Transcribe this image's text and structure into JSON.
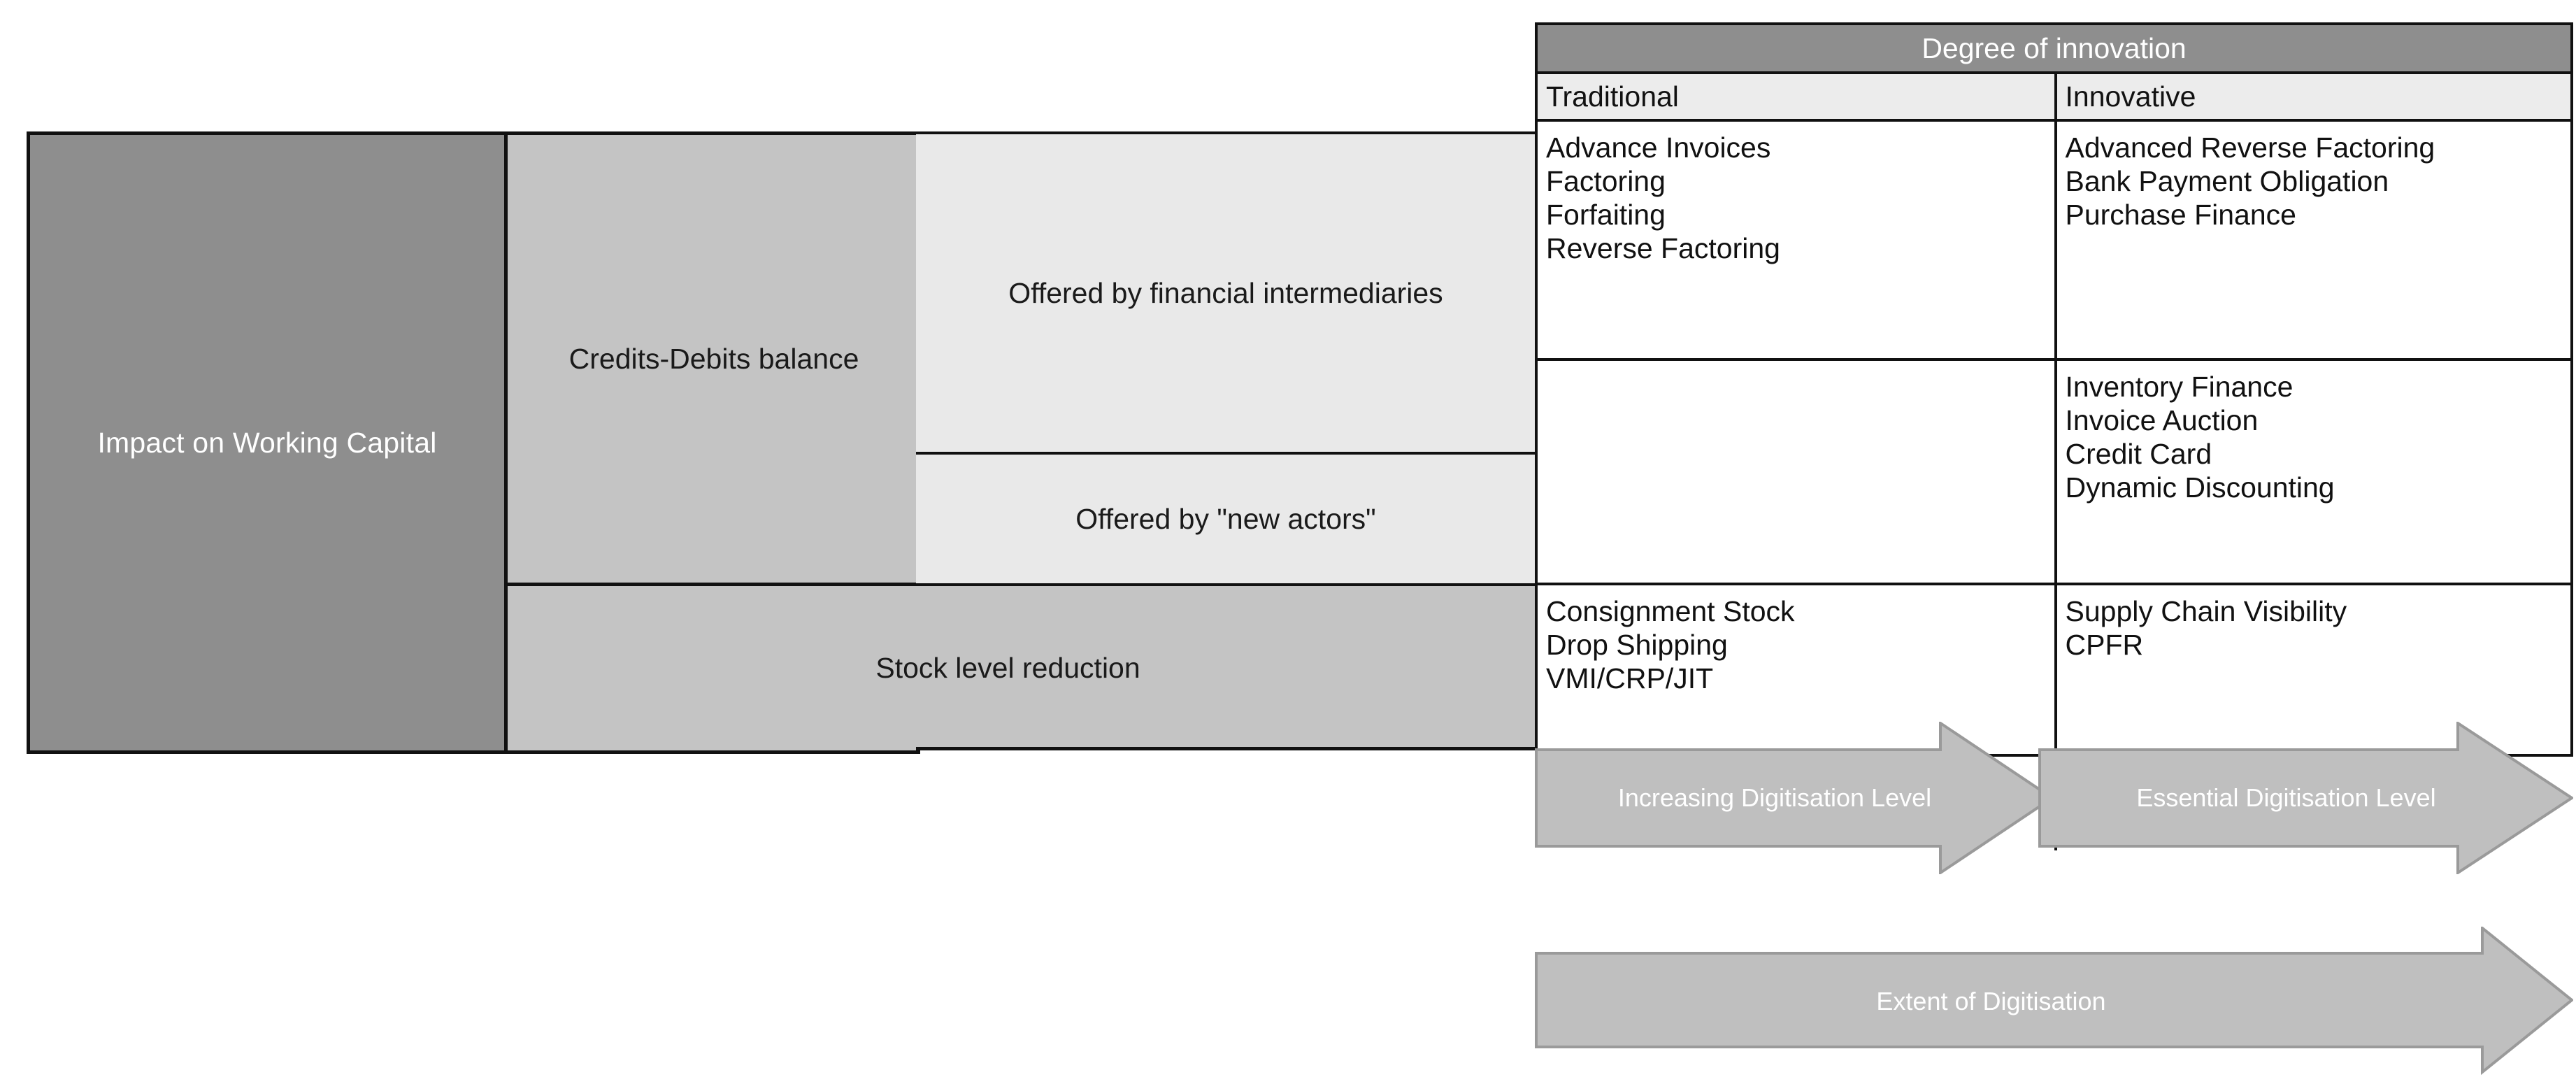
{
  "matrix": {
    "root_label": "Impact on Working Capital",
    "branches": [
      {
        "label": "Credits-Debits balance",
        "children": [
          {
            "label": "Offered by financial intermediaries"
          },
          {
            "label": "Offered by \"new actors\""
          }
        ]
      },
      {
        "label": "Stock level reduction",
        "children": []
      }
    ]
  },
  "table": {
    "header": "Degree of innovation",
    "columns": [
      "Traditional",
      "Innovative"
    ],
    "rows": [
      {
        "row_label": "Offered by financial intermediaries",
        "traditional": [
          "Advance Invoices",
          "Factoring",
          "Forfaiting",
          "Reverse Factoring"
        ],
        "innovative": [
          "Advanced Reverse Factoring",
          "Bank Payment Obligation",
          "Purchase Finance"
        ]
      },
      {
        "row_label": "Offered by \"new actors\"",
        "traditional": [],
        "innovative": [
          "Inventory Finance",
          "Invoice Auction",
          "Credit Card",
          "Dynamic Discounting"
        ]
      },
      {
        "row_label": "Stock level reduction",
        "traditional": [
          "Consignment Stock",
          "Drop Shipping",
          "VMI/CRP/JIT"
        ],
        "innovative": [
          "Supply Chain Visibility",
          "CPFR"
        ]
      }
    ]
  },
  "arrows": [
    {
      "name": "increasing-digitisation",
      "label": "Increasing Digitisation Level"
    },
    {
      "name": "essential-digitisation",
      "label": "Essential  Digitisation Level"
    },
    {
      "name": "extent-of-digitisation",
      "label": "Extent of Digitisation"
    }
  ],
  "colors": {
    "dark_grey": "#8e8e8e",
    "mid_grey": "#c4c4c4",
    "light_grey": "#e9e9e9",
    "header_grey": "#ececec",
    "arrow_fill": "#bfbfbf",
    "arrow_stroke": "#9a9a9a",
    "border": "#111111",
    "white_text": "#ffffff",
    "dark_text": "#1a1a1a"
  }
}
